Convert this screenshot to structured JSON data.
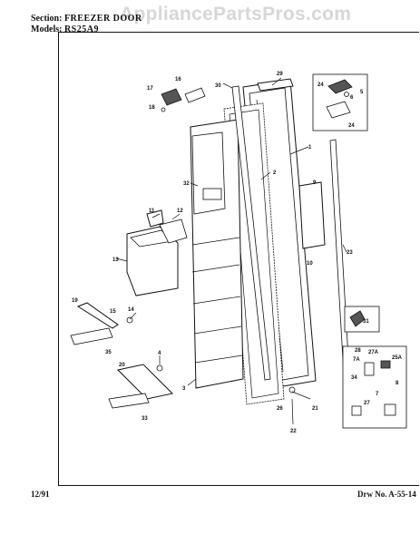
{
  "header": {
    "section_label": "Section:",
    "section_value": "FREEZER DOOR",
    "models_label": "Models:",
    "models_value": "RS25A9"
  },
  "watermark": "AppliancePartsPros.com",
  "footer": {
    "date": "12/91",
    "drawing_number": "Drw No. A-55-14"
  },
  "callouts": [
    "1",
    "2",
    "3",
    "4",
    "5",
    "6",
    "7",
    "7A",
    "8",
    "9",
    "10",
    "11",
    "12",
    "13",
    "14",
    "15",
    "16",
    "17",
    "18",
    "19",
    "20",
    "21",
    "22",
    "23",
    "24",
    "24",
    "25A",
    "26",
    "27",
    "27A",
    "28",
    "29",
    "30",
    "31",
    "32",
    "33",
    "34",
    "35"
  ]
}
